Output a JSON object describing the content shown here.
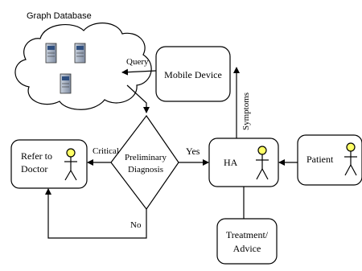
{
  "graph_database": {
    "title": "Graph Database"
  },
  "edges": {
    "query": "Query",
    "symptoms": "Symptoms",
    "critical": "Critical",
    "yes": "Yes",
    "no": "No"
  },
  "nodes": {
    "mobile_device": "Mobile Device",
    "diagnosis_line1": "Preliminary",
    "diagnosis_line2": "Diagnosis",
    "refer_line1": "Refer to",
    "refer_line2": "Doctor",
    "ha": "HA",
    "patient": "Patient",
    "treatment_line1": "Treatment/",
    "treatment_line2": "Advice"
  },
  "colors": {
    "stroke": "#000000",
    "server_body": "#8a96a8",
    "server_screen": "#2f4f7f"
  }
}
